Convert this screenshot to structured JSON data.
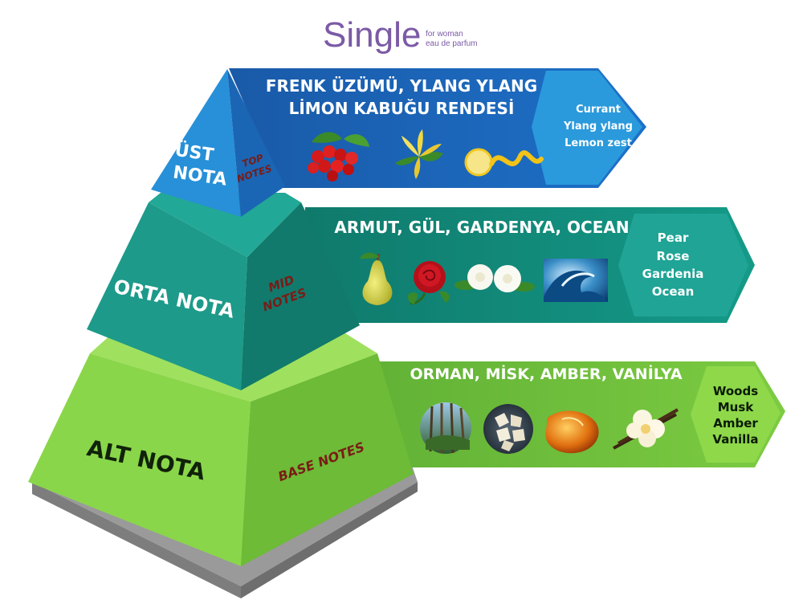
{
  "brand": {
    "name": "Single",
    "sub1": "for woman",
    "sub2": "eau de parfum",
    "color": "#7b5aa6"
  },
  "tiers": [
    {
      "key": "top",
      "tr_name_line1": "ÜST",
      "tr_name_line2": "NOTA",
      "en_line1": "TOP",
      "en_line2": "NOTES",
      "tr_notes_line1": "FRENK ÜZÜMÜ, YLANG YLANG",
      "tr_notes_line2": "LİMON KABUĞU RENDESİ",
      "en_notes": [
        "Currant",
        "Ylang ylang",
        "Lemon zest"
      ],
      "icons": [
        "currant-icon",
        "ylang-ylang-flower-icon",
        "lemon-zest-icon"
      ],
      "colors": {
        "front": "#1f7fd0",
        "side": "#1a5fae",
        "banner": "#1b68c0",
        "tip": "#2a96dc",
        "text": "#ffffff"
      }
    },
    {
      "key": "mid",
      "tr_name_line1": "ORTA NOTA",
      "en_line1": "MID",
      "en_line2": "NOTES",
      "tr_notes_line1": "ARMUT, GÜL, GARDENYA, OCEAN",
      "en_notes": [
        "Pear",
        "Rose",
        "Gardenia",
        "Ocean"
      ],
      "icons": [
        "pear-icon",
        "rose-icon",
        "gardenia-icon",
        "ocean-wave-icon"
      ],
      "colors": {
        "front": "#1c9586",
        "side": "#127a6e",
        "banner": "#128a7c",
        "tip": "#1fa496",
        "text": "#ffffff"
      }
    },
    {
      "key": "base",
      "tr_name_line1": "ALT NOTA",
      "en_line1": "BASE NOTES",
      "tr_notes_line1": "ORMAN, MİSK, AMBER, VANİLYA",
      "en_notes": [
        "Woods",
        "Musk",
        "Amber",
        "Vanilla"
      ],
      "icons": [
        "forest-icon",
        "musk-crystals-icon",
        "amber-stone-icon",
        "vanilla-flower-icon"
      ],
      "colors": {
        "front": "#8ed84a",
        "side": "#72bd3a",
        "banner": "#6fbf3c",
        "tip": "#8ad448",
        "text": "#ffffff",
        "tip_text": "#0a1a05"
      }
    }
  ],
  "accent_colors": {
    "notes_text_side": "#7a1c16"
  }
}
